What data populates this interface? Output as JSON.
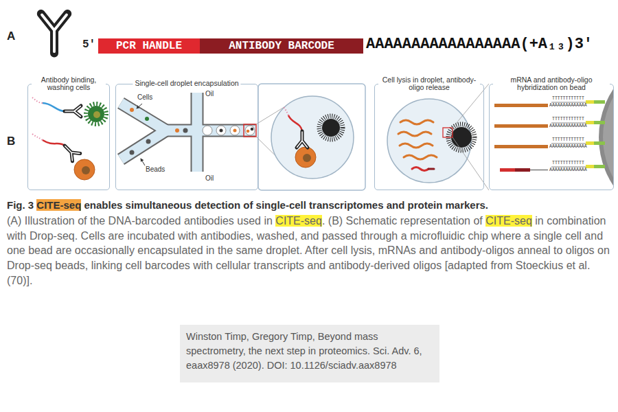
{
  "diagram": {
    "title": "Fig. 3 CITE-seq enables simultaneous detection of single-cell transcriptomes and protein markers.",
    "caption": "(A) Illustration of the DNA-barcoded antibodies used in CITE-seq. (B) Schematic representation of CITE-seq in combination with Drop-seq. Cells are incubated with antibodies, washed, and passed through a microfluidic chip where a single cell and one bead are occasionally encapsulated in the same droplet. After cell lysis, mRNAs and antibody-oligos anneal to oligos on Drop-seq beads, linking cell barcodes with cellular transcripts and antibody-derived oligos [adapted from Stoeckius et al. (70)].",
    "nodes": [
      {
        "text": [
          "PCR HANDLE"
        ]
      },
      {
        "text": [
          "ANTIBODY BARCODE"
        ]
      },
      {
        "text": [
          "Antibody binding, washing cells"
        ]
      },
      {
        "text": [
          "Single-cell droplet encapsulation"
        ]
      },
      {
        "text": [
          "Cell lysis in droplet, antibody-oligo release"
        ]
      },
      {
        "text": [
          "mRNA and antibody-oligo hybridization on bead"
        ]
      },
      {
        "text": [
          "Winston Timp, Gregory Timp, Beyond mass spectrometry, the next step in proteomics. Sci. Adv. 6, eaax8978 (2020). DOI: 10.1126/sciadv.aax8978"
        ]
      }
    ],
    "labels": [
      "A",
      "B",
      "5'",
      "AAAAAAAAAAAAAAAAA(+A₁₃)3'",
      "Cells",
      "Beads",
      "Oil",
      "Oil",
      "TTTTTTTTTTTT",
      "TTTTTTTTTTTT",
      "TTTTTTTTTTTT",
      "TTTTTTTTTTTT",
      "AAAAAAAAAAAAAA",
      "AAAAAAAAAAAAAA",
      "AAAAAAAAAAAAAA",
      "AAAAAAAAAAAAAA"
    ]
  }
}
